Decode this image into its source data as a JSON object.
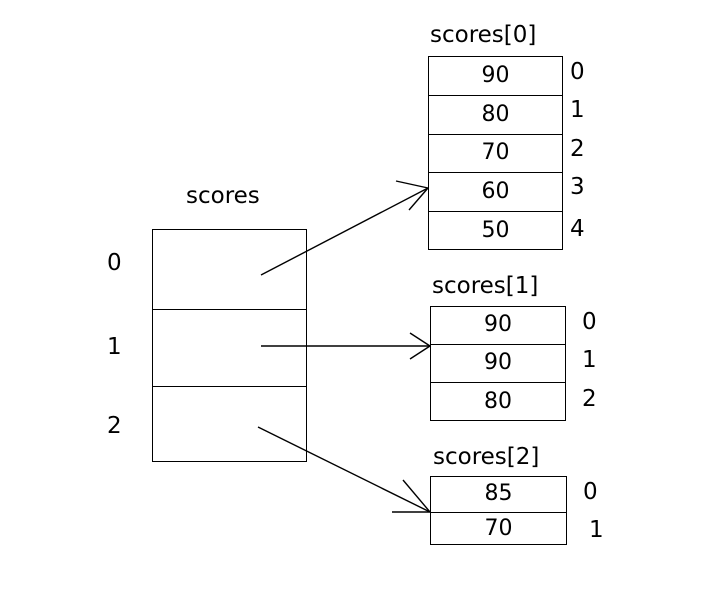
{
  "diagram": {
    "type": "array-of-arrays-memory-diagram",
    "background": "#ffffff",
    "stroke": "#000000",
    "outer": {
      "title": "scores",
      "index_labels": [
        "0",
        "1",
        "2"
      ],
      "cells": [
        "",
        "",
        ""
      ]
    },
    "inner_arrays": [
      {
        "title": "scores[0]",
        "values": [
          "90",
          "80",
          "70",
          "60",
          "50"
        ],
        "index_labels": [
          "0",
          "1",
          "2",
          "3",
          "4"
        ]
      },
      {
        "title": "scores[1]",
        "values": [
          "90",
          "90",
          "80"
        ],
        "index_labels": [
          "0",
          "1",
          "2"
        ]
      },
      {
        "title": "scores[2]",
        "values": [
          "85",
          "70"
        ],
        "index_labels": [
          "0",
          "1"
        ]
      }
    ],
    "arrows": [
      {
        "name": "pointer-arrow-0",
        "from_cell": "0",
        "to_array": "scores[0]"
      },
      {
        "name": "pointer-arrow-1",
        "from_cell": "1",
        "to_array": "scores[1]"
      },
      {
        "name": "pointer-arrow-2",
        "from_cell": "2",
        "to_array": "scores[2]"
      }
    ]
  }
}
